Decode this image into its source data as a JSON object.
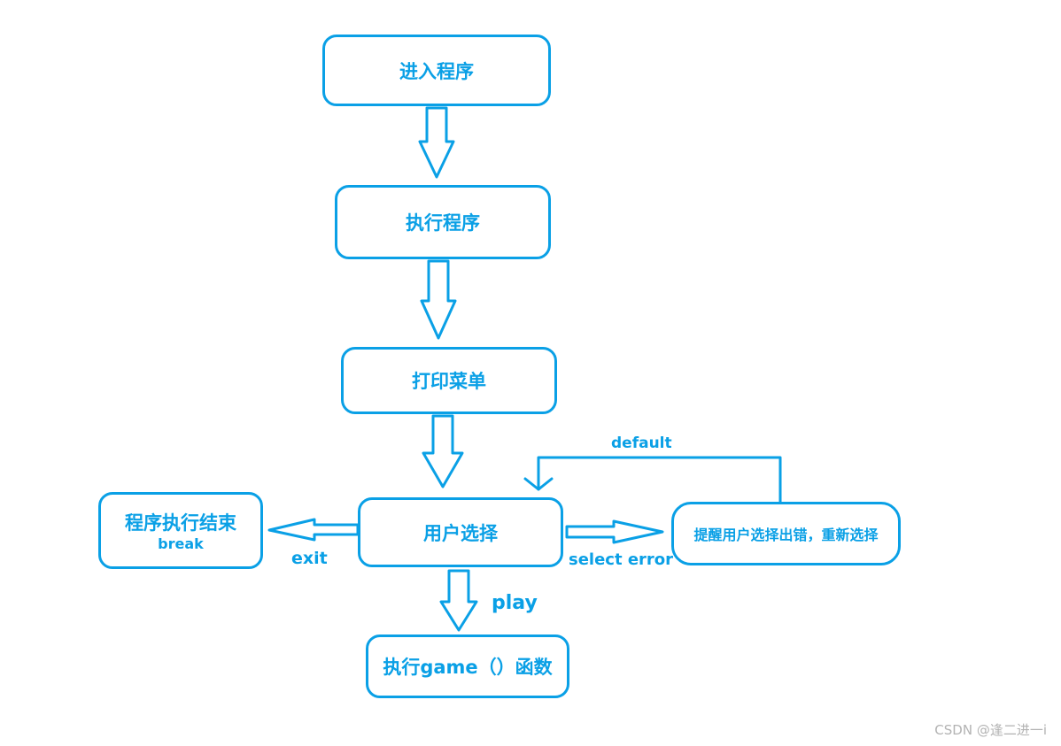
{
  "colors": {
    "stroke": "#0aa0e6",
    "background": "#ffffff",
    "watermark": "#b3b3b3"
  },
  "nodes": {
    "start": {
      "label": "进入程序"
    },
    "execute": {
      "label": "执行程序"
    },
    "menu": {
      "label": "打印菜单"
    },
    "choice": {
      "label": "用户选择"
    },
    "end": {
      "label": "程序执行结束",
      "sublabel": "break"
    },
    "error": {
      "label": "提醒用户选择出错，重新选择"
    },
    "game": {
      "label": "执行game（）函数"
    }
  },
  "edges": {
    "exit": "exit",
    "play": "play",
    "error": "select error",
    "default": "default"
  },
  "watermark": "CSDN @逢二进一i"
}
